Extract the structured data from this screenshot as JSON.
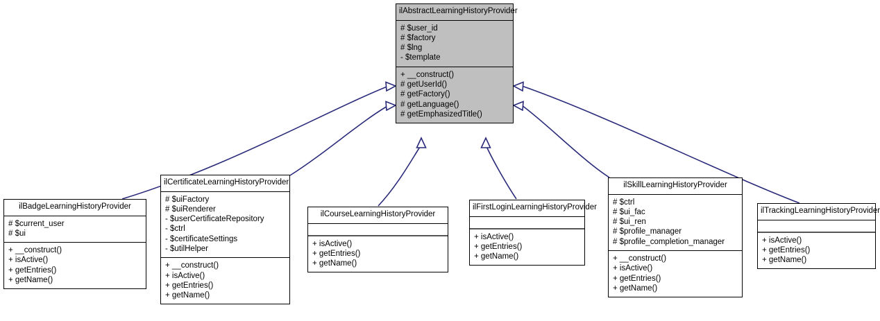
{
  "diagram": {
    "type": "uml-class-inheritance",
    "title": "ilAbstractLearningHistoryProvider inheritance diagram",
    "edge_color": "#2a2a7a",
    "root_fill": "#bfbfbf",
    "box_fill": "#ffffff",
    "border_color": "#000000"
  },
  "classes": [
    {
      "id": "abstract",
      "name": "ilAbstractLearningHistoryProvider",
      "is_root": true,
      "attributes": [
        "# $user_id",
        "# $factory",
        "# $lng",
        "- $template"
      ],
      "operations": [
        "+ __construct()",
        "# getUserId()",
        "# getFactory()",
        "# getLanguage()",
        "# getEmphasizedTitle()"
      ]
    },
    {
      "id": "badge",
      "name": "ilBadgeLearningHistoryProvider",
      "is_root": false,
      "attributes": [
        "# $current_user",
        "# $ui"
      ],
      "operations": [
        "+ __construct()",
        "+ isActive()",
        "+ getEntries()",
        "+ getName()"
      ]
    },
    {
      "id": "certificate",
      "name": "ilCertificateLearningHistoryProvider",
      "is_root": false,
      "attributes": [
        "# $uiFactory",
        "# $uiRenderer",
        "- $userCertificateRepository",
        "- $ctrl",
        "- $certificateSettings",
        "- $utilHelper"
      ],
      "operations": [
        "+ __construct()",
        "+ isActive()",
        "+ getEntries()",
        "+ getName()"
      ]
    },
    {
      "id": "course",
      "name": "ilCourseLearningHistoryProvider",
      "is_root": false,
      "attributes": [],
      "operations": [
        "+ isActive()",
        "+ getEntries()",
        "+ getName()"
      ]
    },
    {
      "id": "firstlogin",
      "name": "ilFirstLoginLearningHistoryProvider",
      "is_root": false,
      "attributes": [],
      "operations": [
        "+ isActive()",
        "+ getEntries()",
        "+ getName()"
      ]
    },
    {
      "id": "skill",
      "name": "ilSkillLearningHistoryProvider",
      "is_root": false,
      "attributes": [
        "# $ctrl",
        "# $ui_fac",
        "# $ui_ren",
        "# $profile_manager",
        "# $profile_completion_manager"
      ],
      "operations": [
        "+ __construct()",
        "+ isActive()",
        "+ getEntries()",
        "+ getName()"
      ]
    },
    {
      "id": "tracking",
      "name": "ilTrackingLearningHistoryProvider",
      "is_root": false,
      "attributes": [],
      "operations": [
        "+ isActive()",
        "+ getEntries()",
        "+ getName()"
      ]
    }
  ],
  "edges": [
    {
      "from": "badge",
      "to": "abstract",
      "kind": "generalization"
    },
    {
      "from": "certificate",
      "to": "abstract",
      "kind": "generalization"
    },
    {
      "from": "course",
      "to": "abstract",
      "kind": "generalization"
    },
    {
      "from": "firstlogin",
      "to": "abstract",
      "kind": "generalization"
    },
    {
      "from": "skill",
      "to": "abstract",
      "kind": "generalization"
    },
    {
      "from": "tracking",
      "to": "abstract",
      "kind": "generalization"
    }
  ]
}
